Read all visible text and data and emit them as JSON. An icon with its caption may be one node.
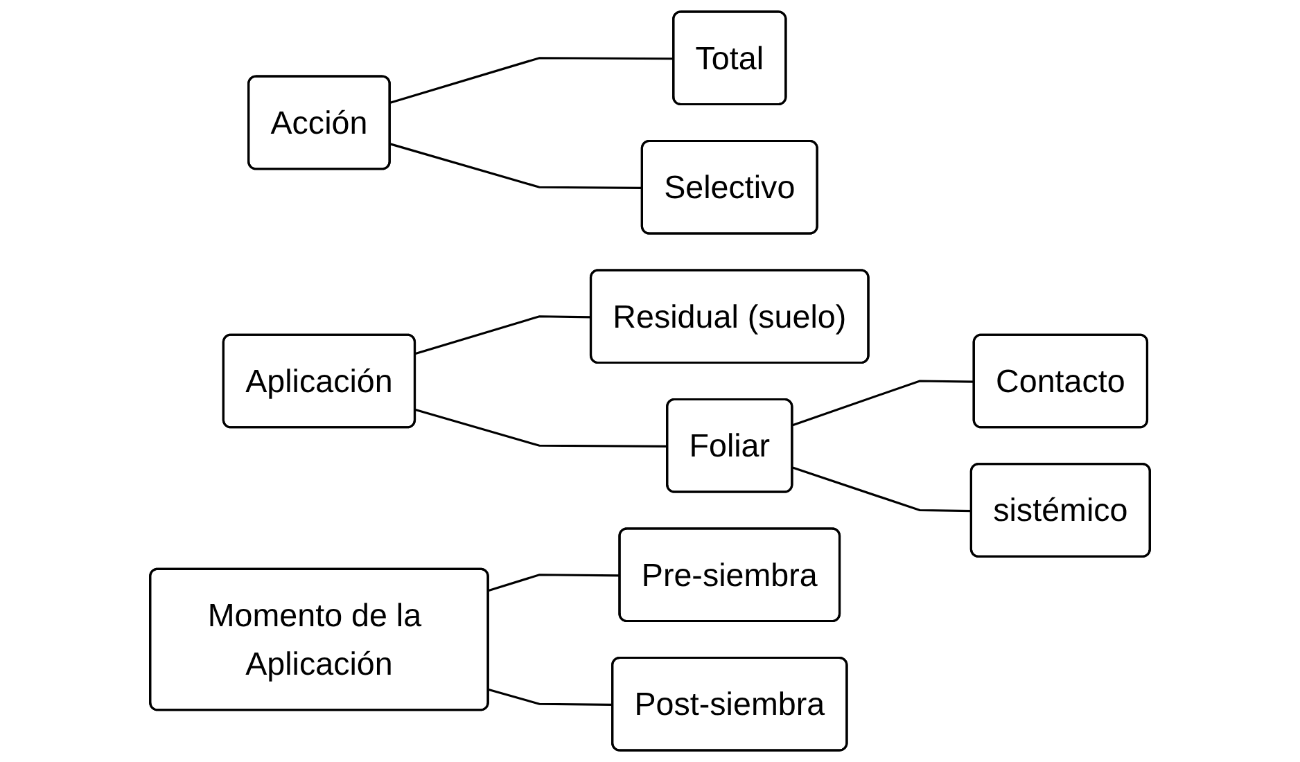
{
  "diagram": {
    "nodes": [
      {
        "text": [
          "Acción"
        ]
      },
      {
        "text": [
          "Total"
        ]
      },
      {
        "text": [
          "Selectivo"
        ]
      },
      {
        "text": [
          "Aplicación"
        ]
      },
      {
        "text": [
          "Residual (suelo)"
        ]
      },
      {
        "text": [
          "Foliar"
        ]
      },
      {
        "text": [
          "Contacto"
        ]
      },
      {
        "text": [
          "sistémico"
        ]
      },
      {
        "text": [
          "Momento de la Aplicación"
        ]
      },
      {
        "text": [
          "Pre-siembra"
        ]
      },
      {
        "text": [
          "Post-siembra"
        ]
      }
    ],
    "edges": [
      {
        "from": 0,
        "to": 1,
        "arrow": "none"
      },
      {
        "from": 0,
        "to": 2,
        "arrow": "none"
      },
      {
        "from": 3,
        "to": 4,
        "arrow": "none"
      },
      {
        "from": 3,
        "to": 5,
        "arrow": "none"
      },
      {
        "from": 5,
        "to": 6,
        "arrow": "none"
      },
      {
        "from": 5,
        "to": 7,
        "arrow": "none"
      },
      {
        "from": 8,
        "to": 9,
        "arrow": "none"
      },
      {
        "from": 8,
        "to": 10,
        "arrow": "none"
      }
    ]
  }
}
